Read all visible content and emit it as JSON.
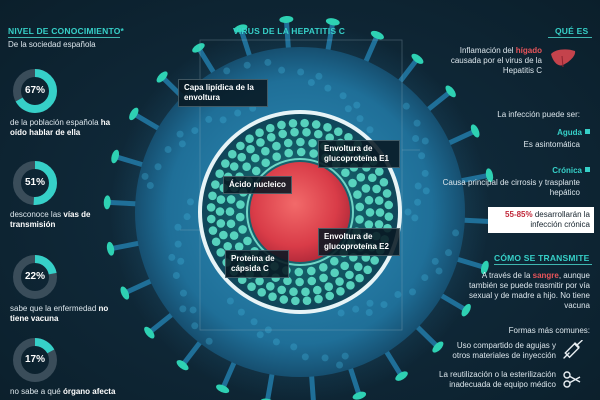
{
  "left": {
    "title": "NIVEL DE CONOCIMIENTO*",
    "subtitle": "De la sociedad española",
    "stats": [
      {
        "percent": "67%",
        "value": 67,
        "text_plain": "de la población española ",
        "text_bold": "ha oído hablar de ella"
      },
      {
        "percent": "51%",
        "value": 51,
        "text_plain": "desconoce las ",
        "text_bold": "vías de transmisión"
      },
      {
        "percent": "22%",
        "value": 22,
        "text_plain": "sabe que la enfermedad ",
        "text_bold": "no tiene vacuna"
      },
      {
        "percent": "17%",
        "value": 17,
        "text_plain": "no sabe a qué ",
        "text_bold": "órgano afecta"
      }
    ]
  },
  "center": {
    "title": "VIRUS DE LA HEPATITIS C",
    "labels": {
      "capa": "Capa lipídica de la envoltura",
      "e1": "Envoltura de glucoproteína E1",
      "acido": "Ácido nucleico",
      "e2": "Envoltura de glucoproteína E2",
      "capsida": "Proteína de cápsida C"
    }
  },
  "right": {
    "que_es_title": "QUÉ ES",
    "def_pre": "Inflamación del ",
    "def_organ": "hígado",
    "def_post": " causada por el virus de la Hepatitis C",
    "infeccion": "La infección puede ser:",
    "aguda_label": "Aguda",
    "aguda_text": "Es asintomática",
    "cronica_label": "Crónica",
    "cronica_text": "Causa principal de cirrosis y trasplante hepático",
    "highlight_bold": "55-85%",
    "highlight_text": " desarrollarán la infección crónica",
    "transmite_title": "CÓMO SE TRANSMITE",
    "transmite_pre": "A través de la ",
    "transmite_sangre": "sangre",
    "transmite_post": ", aunque también se puede trasmitir por vía sexual y de madre a hijo. No tiene vacuna",
    "formas": "Formas más comunes:",
    "forma1": "Uso compartido de agujas y otros materiales de inyección",
    "forma2": "La reutilización o la esterilización inadecuada de equipo médico"
  },
  "colors": {
    "teal": "#36d0c8",
    "ring_bg": "#3a4d5a",
    "red_core": "#e8545a",
    "background": "#0d2230"
  }
}
